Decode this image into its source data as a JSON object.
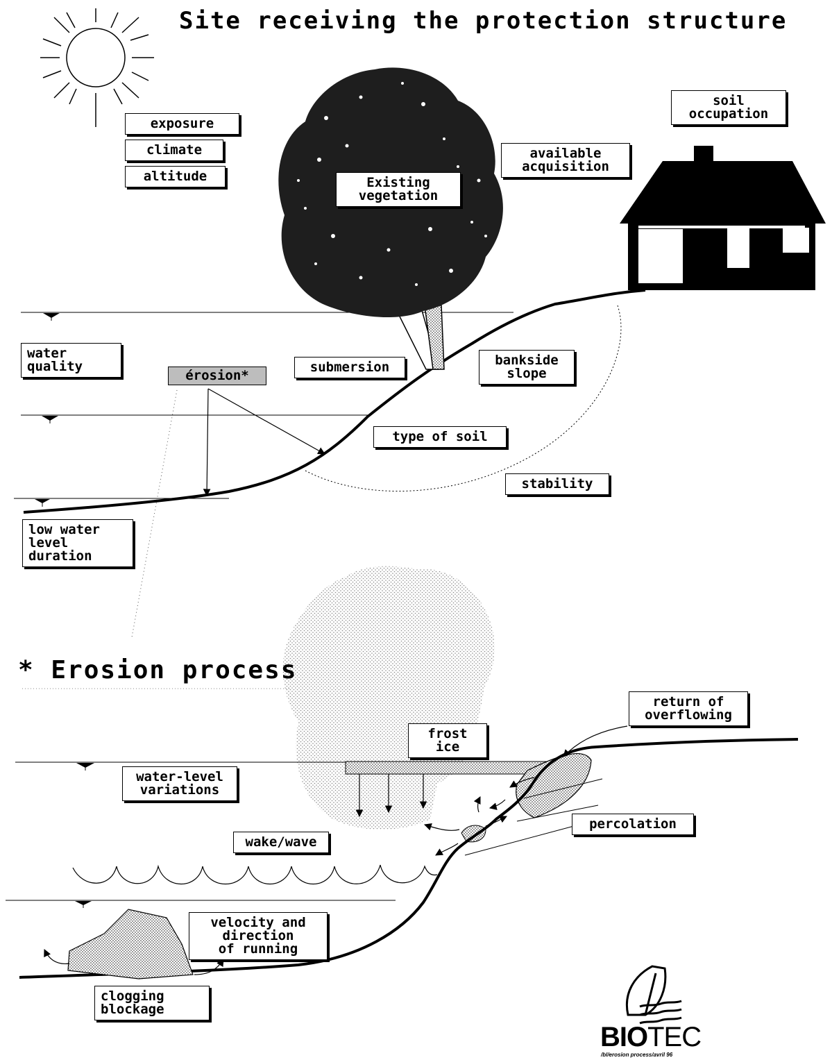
{
  "title": "Site receiving the protection structure",
  "section_title": "* Erosion process",
  "site_labels": {
    "exposure": "exposure",
    "climate": "climate",
    "altitude": "altitude",
    "existing_vegetation": "Existing\nvegetation",
    "available_acquisition": "available\nacquisition",
    "soil_occupation": "soil\noccupation",
    "water_quality": "water\nquality",
    "erosion": "érosion*",
    "submersion": "submersion",
    "bankside_slope": "bankside\nslope",
    "type_of_soil": "type of soil",
    "stability": "stability",
    "low_water_level_duration": "low water\nlevel\nduration"
  },
  "process_labels": {
    "frost_ice": "frost\nice",
    "return_of_overflowing": "return of\noverflowing",
    "water_level_variations": "water-level\nvariations",
    "percolation": "percolation",
    "wake_wave": "wake/wave",
    "velocity_direction": "velocity and\ndirection\nof running",
    "clogging_blockage": "clogging\nblockage"
  },
  "logo": {
    "brand_bold": "BIO",
    "brand_light": "TEC",
    "footnote": "/bl/erosion process/avril 96"
  },
  "icons": [
    "sun-icon",
    "tree-icon",
    "house-icon",
    "water-level-marker-icon",
    "rock-icon",
    "biotec-logo-icon"
  ]
}
